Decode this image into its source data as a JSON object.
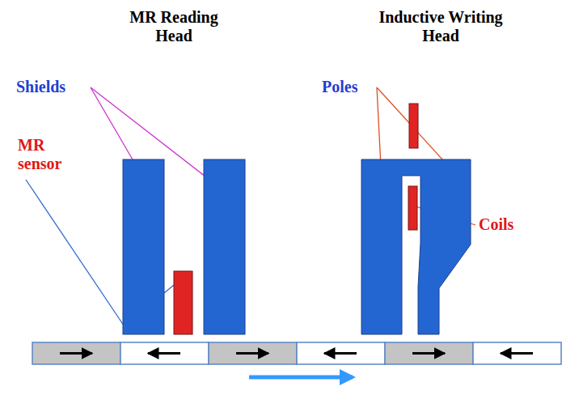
{
  "diagram": {
    "labels": [
      "MR Reading Head",
      "Inductive Writing Head",
      "Shields",
      "MR sensor",
      "Poles",
      "Coils"
    ]
  }
}
